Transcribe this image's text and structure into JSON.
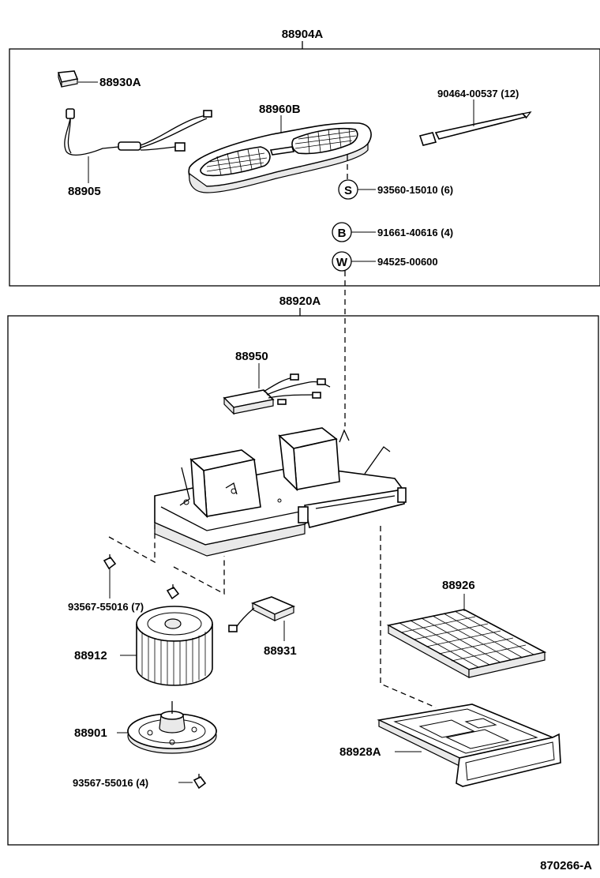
{
  "assemblies": {
    "upper": "88904A",
    "lower": "88920A"
  },
  "parts": {
    "switch": "88930A",
    "wire_harness": "88905",
    "register_panel": "88960B",
    "clamp": "90464-00537 (12)",
    "screw_s": "93560-15010 (6)",
    "bolt_b": "91661-40616 (4)",
    "washer_w": "94525-00600",
    "amplifier": "88950",
    "clip_left": "93567-55016 (7)",
    "fan": "88912",
    "resistor": "88931",
    "motor": "88901",
    "screw_bottom": "93567-55016 (4)",
    "filter": "88926",
    "filter_case": "88928A"
  },
  "symbols": {
    "s": "S",
    "b": "B",
    "w": "W"
  },
  "drawing_number": "870266-A"
}
